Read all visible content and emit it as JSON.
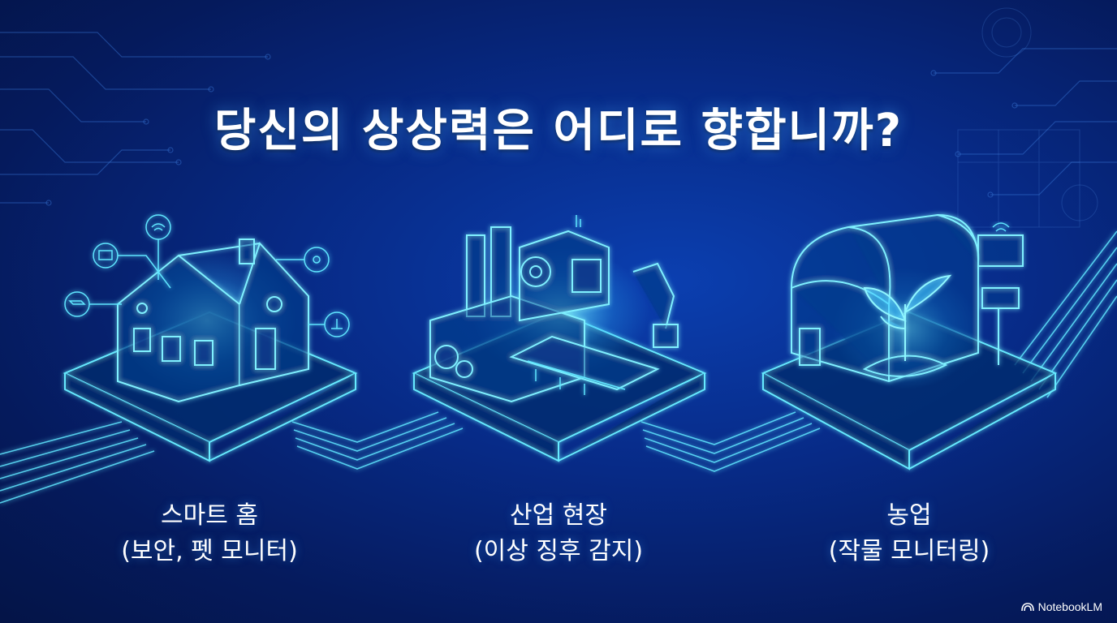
{
  "title": "당신의 상상력은 어디로 향합니까?",
  "cards": [
    {
      "line1": "스마트 홈",
      "line2": "(보안, 펫 모니터)",
      "icon": "smart-home-icon"
    },
    {
      "line1": "산업 현장",
      "line2": "(이상 징후 감지)",
      "icon": "factory-icon"
    },
    {
      "line1": "농업",
      "line2": "(작물 모니터링)",
      "icon": "greenhouse-icon"
    }
  ],
  "brand": {
    "name": "NotebookLM",
    "icon": "notebooklm-logo-icon"
  },
  "colors": {
    "background": "#072a86",
    "glow": "#39d3ff",
    "line": "#5fe6ff",
    "text": "#ffffff"
  }
}
